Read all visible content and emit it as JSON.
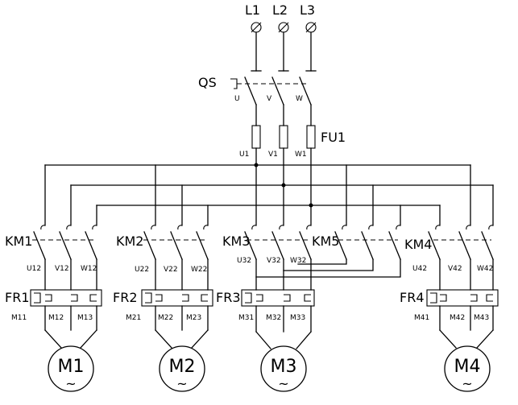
{
  "supply": {
    "phases": [
      "L1",
      "L2",
      "L3"
    ]
  },
  "main_switch": {
    "name": "QS",
    "poles": [
      "U",
      "V",
      "W"
    ]
  },
  "fuse": {
    "name": "FU1",
    "terminals": [
      "U1",
      "V1",
      "W1"
    ]
  },
  "contactors": {
    "km1": {
      "name": "KM1",
      "outputs": [
        "U12",
        "V12",
        "W12"
      ]
    },
    "km2": {
      "name": "KM2",
      "outputs": [
        "U22",
        "V22",
        "W22"
      ]
    },
    "km3": {
      "name": "KM3",
      "outputs": [
        "U32",
        "V32",
        "W32"
      ]
    },
    "km5": {
      "name": "KM5"
    },
    "km4": {
      "name": "KM4",
      "outputs": [
        "U42",
        "V42",
        "W42"
      ]
    }
  },
  "relays": {
    "fr1": {
      "name": "FR1",
      "terminals": [
        "M11",
        "M12",
        "M13"
      ]
    },
    "fr2": {
      "name": "FR2",
      "terminals": [
        "M21",
        "M22",
        "M23"
      ]
    },
    "fr3": {
      "name": "FR3",
      "terminals": [
        "M31",
        "M32",
        "M33"
      ]
    },
    "fr4": {
      "name": "FR4",
      "terminals": [
        "M41",
        "M42",
        "M43"
      ]
    }
  },
  "motors": [
    {
      "name": "M1",
      "symbol": "~"
    },
    {
      "name": "M2",
      "symbol": "~"
    },
    {
      "name": "M3",
      "symbol": "~"
    },
    {
      "name": "M4",
      "symbol": "~"
    }
  ]
}
